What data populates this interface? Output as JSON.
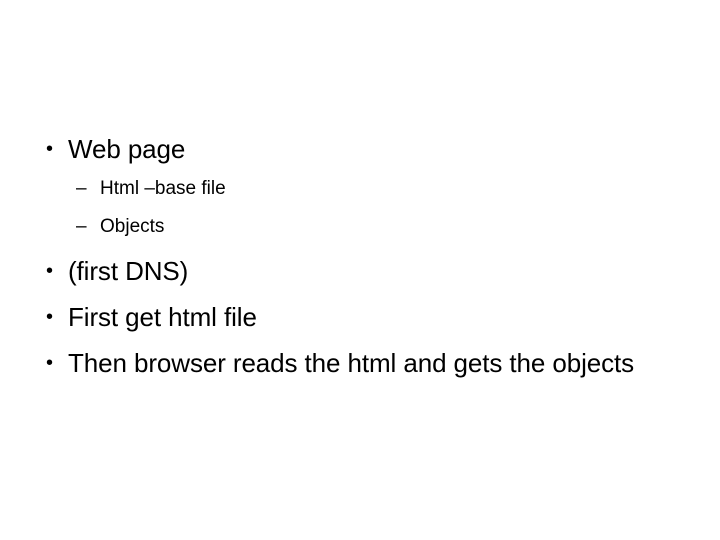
{
  "slide": {
    "background_color": "#ffffff",
    "text_color": "#000000",
    "bullets": [
      {
        "level": 1,
        "marker": "•",
        "text": "Web page"
      },
      {
        "level": 2,
        "marker": "–",
        "text": "Html –base file"
      },
      {
        "level": 2,
        "marker": "–",
        "text": "Objects"
      },
      {
        "level": 1,
        "marker": "•",
        "text": "(first DNS)"
      },
      {
        "level": 1,
        "marker": "•",
        "text": "First get html file"
      },
      {
        "level": 1,
        "marker": "•",
        "text": "Then browser reads the html and gets the objects"
      }
    ]
  }
}
